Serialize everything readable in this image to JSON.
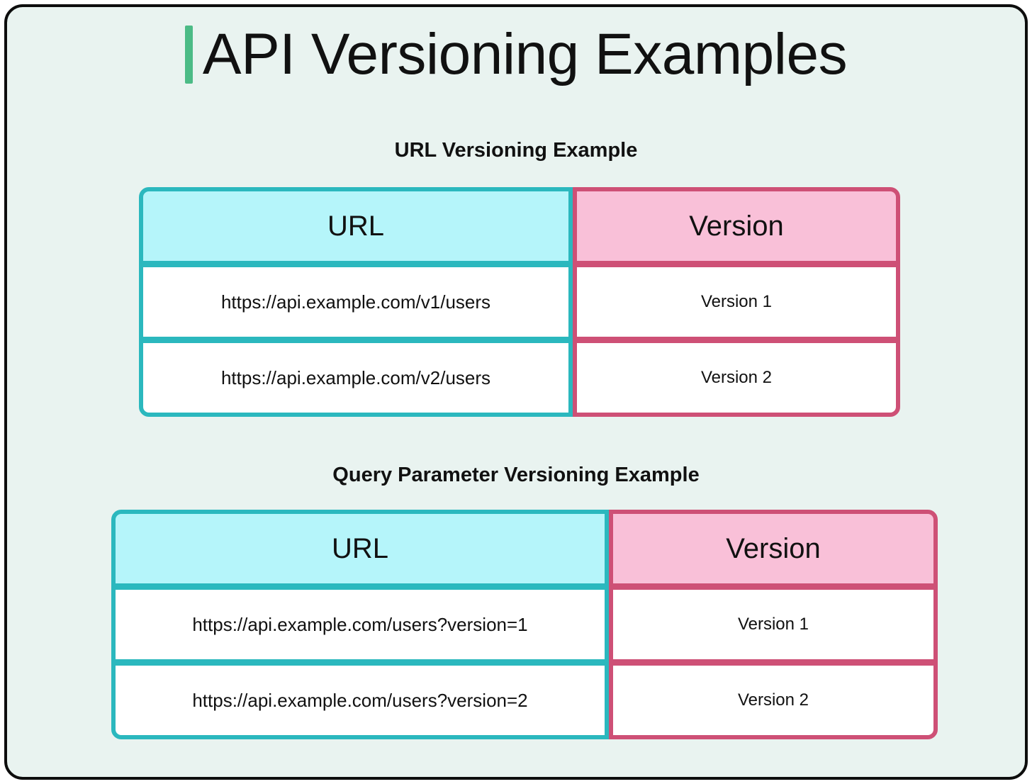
{
  "page": {
    "title": "API Versioning Examples",
    "accent_bar_color": "#4cbb86",
    "background_color": "#e9f3f0",
    "frame_border_color": "#0d0d0d"
  },
  "theme": {
    "url_column_border": "#2bb8be",
    "url_header_fill": "#b5f5fa",
    "version_column_border": "#ce5076",
    "version_header_fill": "#f9c0d8",
    "cell_fill": "#ffffff",
    "text_color": "#111111"
  },
  "sections": [
    {
      "heading": "URL Versioning Example",
      "table": {
        "columns": [
          "URL",
          "Version"
        ],
        "rows": [
          [
            "https://api.example.com/v1/users",
            "Version 1"
          ],
          [
            "https://api.example.com/v2/users",
            "Version 2"
          ]
        ]
      }
    },
    {
      "heading": "Query Parameter Versioning Example",
      "table": {
        "columns": [
          "URL",
          "Version"
        ],
        "rows": [
          [
            "https://api.example.com/users?version=1",
            "Version 1"
          ],
          [
            "https://api.example.com/users?version=2",
            "Version 2"
          ]
        ]
      }
    }
  ]
}
